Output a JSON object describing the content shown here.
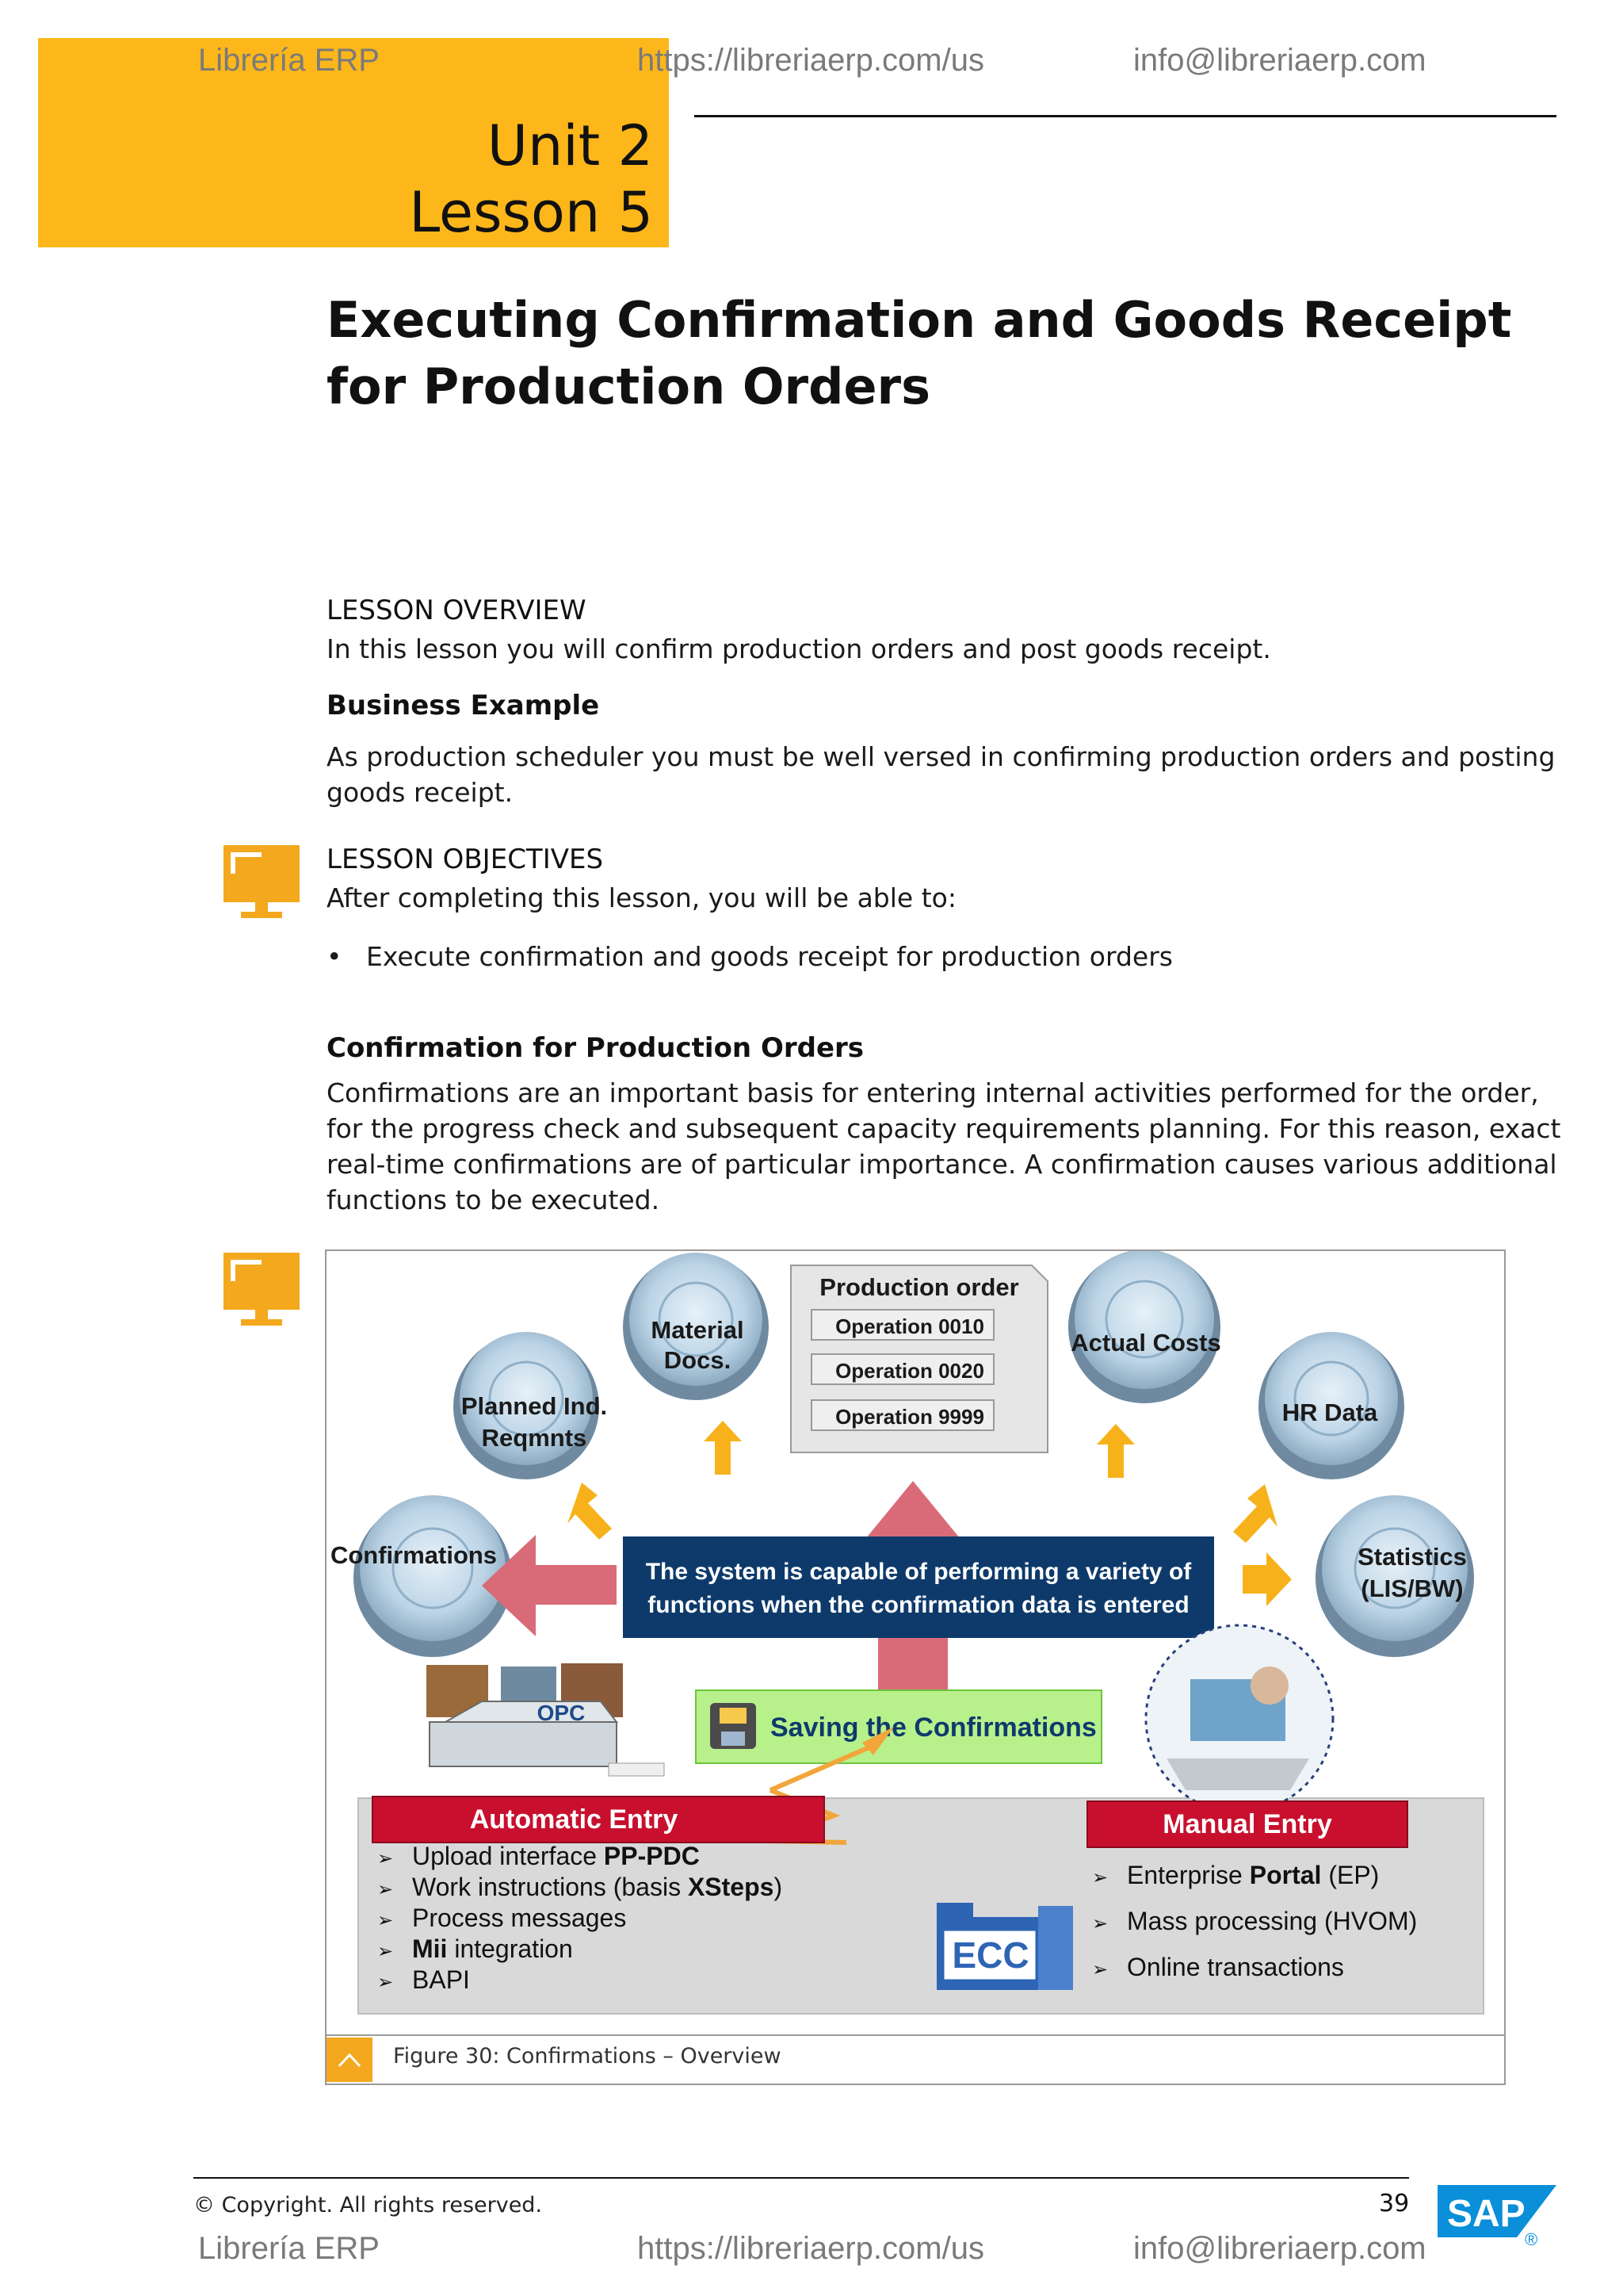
{
  "watermark": {
    "brand": "Librería ERP",
    "url": "https://libreriaerp.com/us",
    "email": "info@libreriaerp.com"
  },
  "header": {
    "unit": "Unit 2",
    "lesson": "Lesson 5"
  },
  "lesson_title": "Executing Confirmation and Goods Receipt for Production Orders",
  "overview": {
    "heading": "LESSON OVERVIEW",
    "text": "In this lesson you will confirm production orders and post goods receipt."
  },
  "business_example": {
    "heading": "Business Example",
    "text": "As production scheduler you must be well versed in confirming production orders and posting goods receipt."
  },
  "objectives": {
    "heading": "LESSON OBJECTIVES",
    "intro": "After completing this lesson, you will be able to:",
    "bullet": "•",
    "items": [
      "Execute confirmation and goods receipt for production orders"
    ]
  },
  "section": {
    "heading": "Confirmation for Production Orders",
    "text": "Confirmations are an important basis for entering internal activities performed for the order, for the progress check and subsequent capacity requirements planning. For this reason, exact real-time confirmations are of particular importance. A confirmation causes various additional functions to be executed."
  },
  "figure": {
    "production_order": {
      "title": "Production order",
      "ops": [
        "Operation 0010",
        "Operation 0020",
        "Operation 9999"
      ]
    },
    "discs": {
      "material": [
        "Material",
        "Docs."
      ],
      "planned": [
        "Planned Ind.",
        "Reqmnts"
      ],
      "confirmations": [
        "Confirmations"
      ],
      "actual_costs": [
        "Actual Costs"
      ],
      "hr_data": [
        "HR Data"
      ],
      "statistics": [
        "Statistics",
        "(LIS/BW)"
      ]
    },
    "center_text": [
      "The system is capable of performing a variety of",
      "functions when the confirmation data is entered"
    ],
    "saving": "Saving the Confirmations",
    "opc_label": "OPC",
    "ecc_label": "ECC",
    "automatic": {
      "title": "Automatic Entry",
      "items": [
        {
          "pre": "Upload interface ",
          "bold": "PP-PDC",
          "post": ""
        },
        {
          "pre": "Work instructions (basis ",
          "bold": "XSteps",
          "post": ")"
        },
        {
          "pre": "Process messages",
          "bold": "",
          "post": ""
        },
        {
          "pre": "",
          "bold": "Mii",
          "post": " integration"
        },
        {
          "pre": "BAPI",
          "bold": "",
          "post": ""
        }
      ]
    },
    "manual": {
      "title": "Manual Entry",
      "items": [
        {
          "pre": "Enterprise ",
          "bold": "Portal",
          "post": " (EP)"
        },
        {
          "pre": "Mass processing (HVOM)",
          "bold": "",
          "post": ""
        },
        {
          "pre": "Online transactions",
          "bold": "",
          "post": ""
        }
      ]
    },
    "caption": "Figure 30: Confirmations – Overview"
  },
  "footer": {
    "copyright": "© Copyright. All rights reserved.",
    "page": "39",
    "logo": "SAP",
    "registered": "®"
  },
  "colors": {
    "accent": "#FDB71A",
    "icon": "#F3A81E",
    "navy": "#0E3A6B",
    "red": "#C8102E",
    "green": "#B8F08C",
    "sap_blue": "#0A8FD8"
  }
}
